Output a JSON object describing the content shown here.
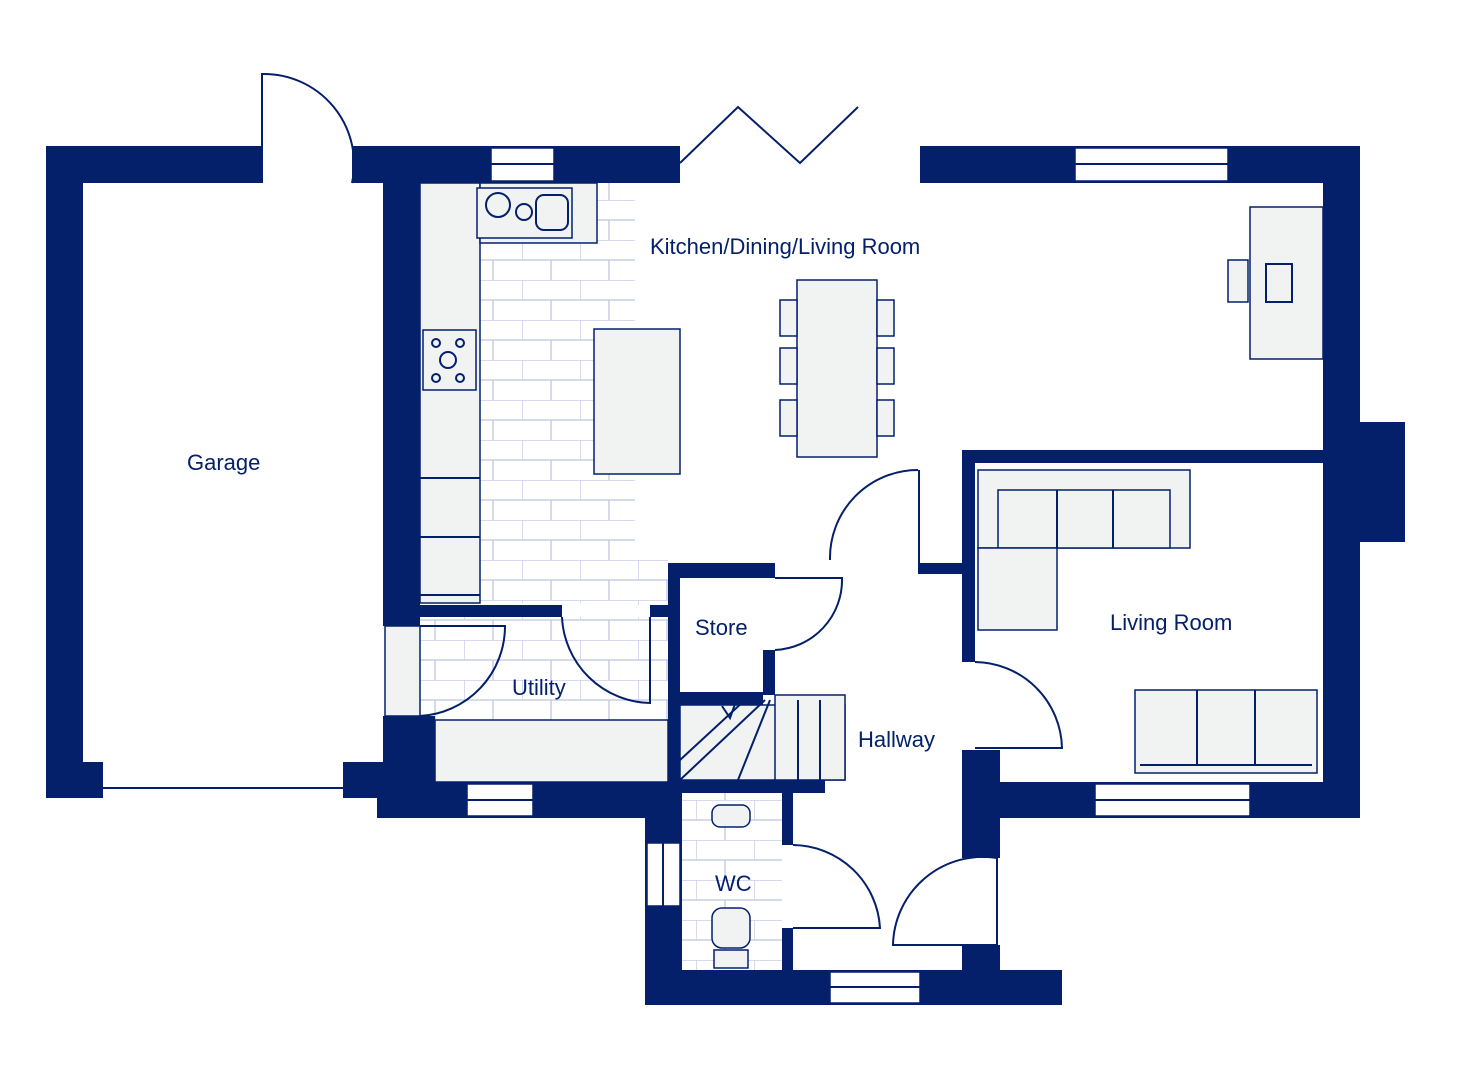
{
  "colors": {
    "wall": "#04206b",
    "fixture": "#f0f3f2",
    "tile": "#c8cde6"
  },
  "rooms": {
    "kitchen": "Kitchen/Dining/Living Room",
    "garage": "Garage",
    "store": "Store",
    "utility": "Utility",
    "hallway": "Hallway",
    "living": "Living Room",
    "wc": "WC"
  }
}
